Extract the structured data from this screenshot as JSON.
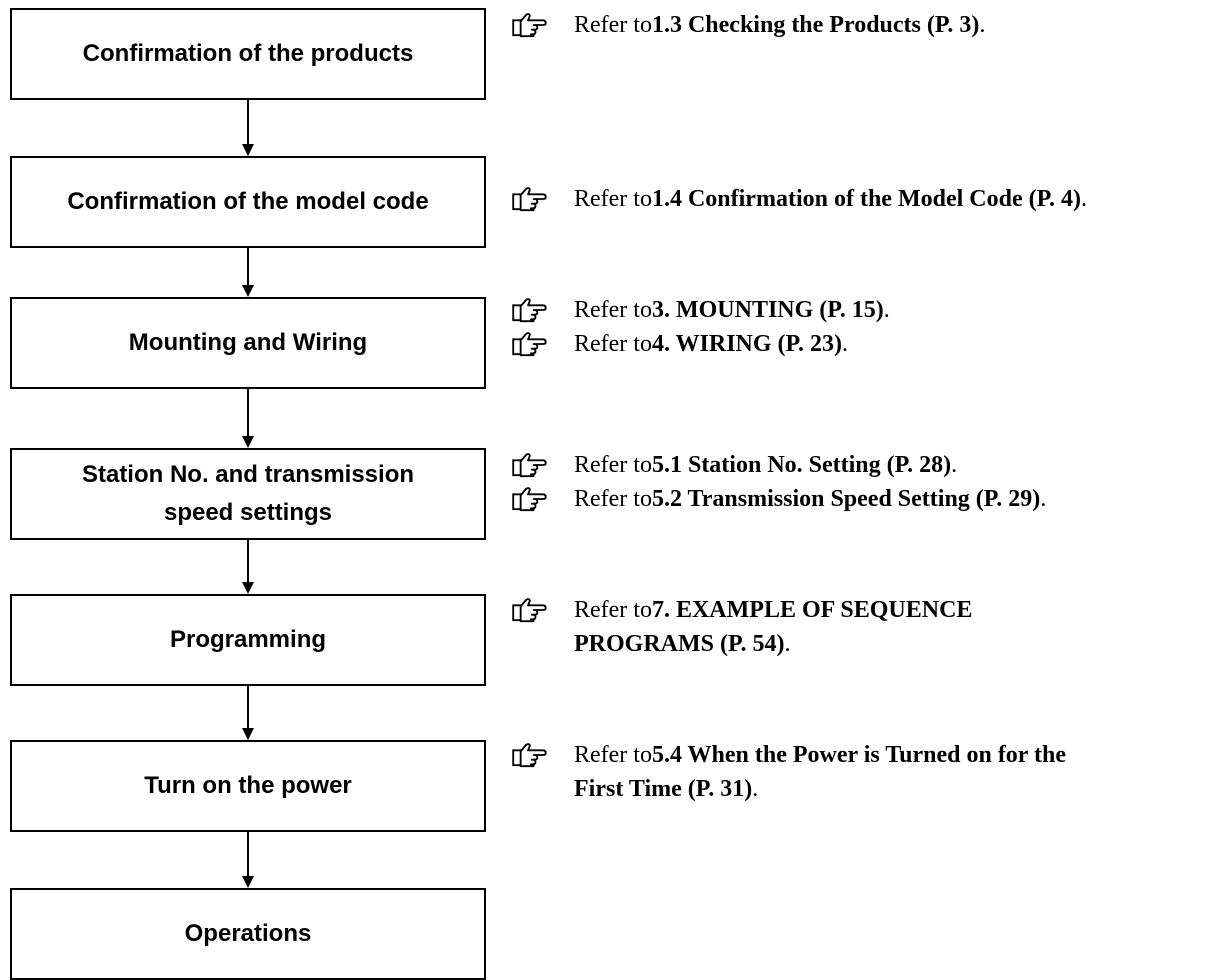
{
  "steps": [
    {
      "lines": [
        "Confirmation of the products"
      ]
    },
    {
      "lines": [
        "Confirmation of the model code"
      ]
    },
    {
      "lines": [
        "Mounting and Wiring"
      ]
    },
    {
      "lines": [
        "Station No. and transmission",
        "speed settings"
      ]
    },
    {
      "lines": [
        "Programming"
      ]
    },
    {
      "lines": [
        "Turn on the power"
      ]
    },
    {
      "lines": [
        "Operations"
      ]
    }
  ],
  "refs": {
    "r1": {
      "prefix": "Refer to ",
      "bold": "1.3 Checking the Products (P. 3)",
      "suffix": "."
    },
    "r2": {
      "prefix": "Refer to ",
      "bold": "1.4 Confirmation of the Model Code (P. 4)",
      "suffix": "."
    },
    "r3": {
      "prefix": "Refer to ",
      "bold": "3. MOUNTING (P. 15)",
      "suffix": "."
    },
    "r4": {
      "prefix": "Refer to ",
      "bold": "4. WIRING (P. 23)",
      "suffix": "."
    },
    "r5": {
      "prefix": "Refer to ",
      "bold": "5.1 Station No. Setting (P. 28)",
      "suffix": "."
    },
    "r6": {
      "prefix": "Refer to ",
      "bold": "5.2 Transmission Speed Setting (P. 29)",
      "suffix": "."
    },
    "r7": {
      "prefix": "Refer to ",
      "bold": "7. EXAMPLE OF SEQUENCE",
      "cont_bold": "PROGRAMS (P. 54)",
      "cont_suffix": "."
    },
    "r8": {
      "prefix": "Refer to ",
      "bold": "5.4 When the Power is Turned on for the",
      "cont_bold": "First Time (P. 31)",
      "cont_suffix": "."
    }
  },
  "icon": "pointing-hand-icon"
}
